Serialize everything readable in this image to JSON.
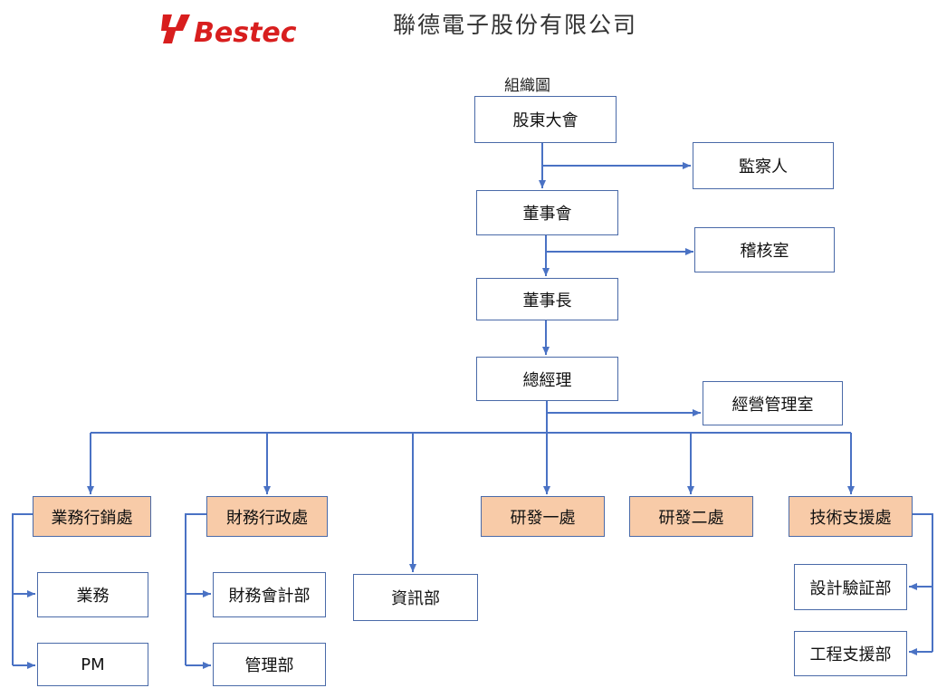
{
  "header": {
    "logo_text": "Bestec",
    "company_name": "聯德電子股份有限公司",
    "chart_title": "組織圖"
  },
  "org": {
    "shareholders": "股東大會",
    "supervisor": "監察人",
    "board": "董事會",
    "audit": "稽核室",
    "chairman": "董事長",
    "gm": "總經理",
    "mgmt_office": "經營管理室",
    "sales_div": "業務行銷處",
    "sales": "業務",
    "pm": "PM",
    "finance_div": "財務行政處",
    "accounting": "財務會計部",
    "admin": "管理部",
    "it": "資訊部",
    "rd1": "研發一處",
    "rd2": "研發二處",
    "tech_div": "技術支援處",
    "design_verify": "設計驗証部",
    "eng_support": "工程支援部"
  },
  "colors": {
    "line": "#4a72c4",
    "box_border": "#4a6aa8",
    "highlight_fill": "#f8cba8",
    "logo_red": "#d81e1e"
  }
}
